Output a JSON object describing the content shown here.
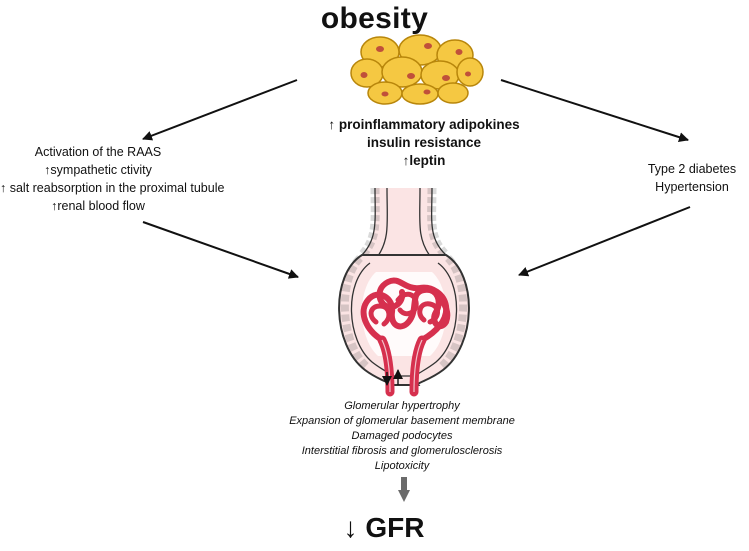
{
  "title": "obesity",
  "center_effects": [
    "↑ proinflammatory adipokines",
    "insulin resistance",
    "↑leptin"
  ],
  "left_effects": [
    "Activation of the RAAS",
    "↑sympathetic ctivity",
    "↑ salt reabsorption in the proximal tubule",
    "↑renal blood flow"
  ],
  "right_effects": [
    "Type 2 diabetes",
    "Hypertension"
  ],
  "kidney_changes": [
    "Glomerular hypertrophy",
    "Expansion of glomerular basement membrane",
    "Damaged podocytes",
    "Interstitial fibrosis and glomerulosclerosis",
    "Lipotoxicity"
  ],
  "outcome": "↓ GFR",
  "colors": {
    "adipocyte_fill": "#f5c842",
    "adipocyte_outline": "#b8860b",
    "nucleus": "#c0503a",
    "capillary": "#d6304e",
    "capsule_fill": "#fbe4e4",
    "arrow_dark": "#111111",
    "arrow_grey": "#6b6b6b"
  }
}
